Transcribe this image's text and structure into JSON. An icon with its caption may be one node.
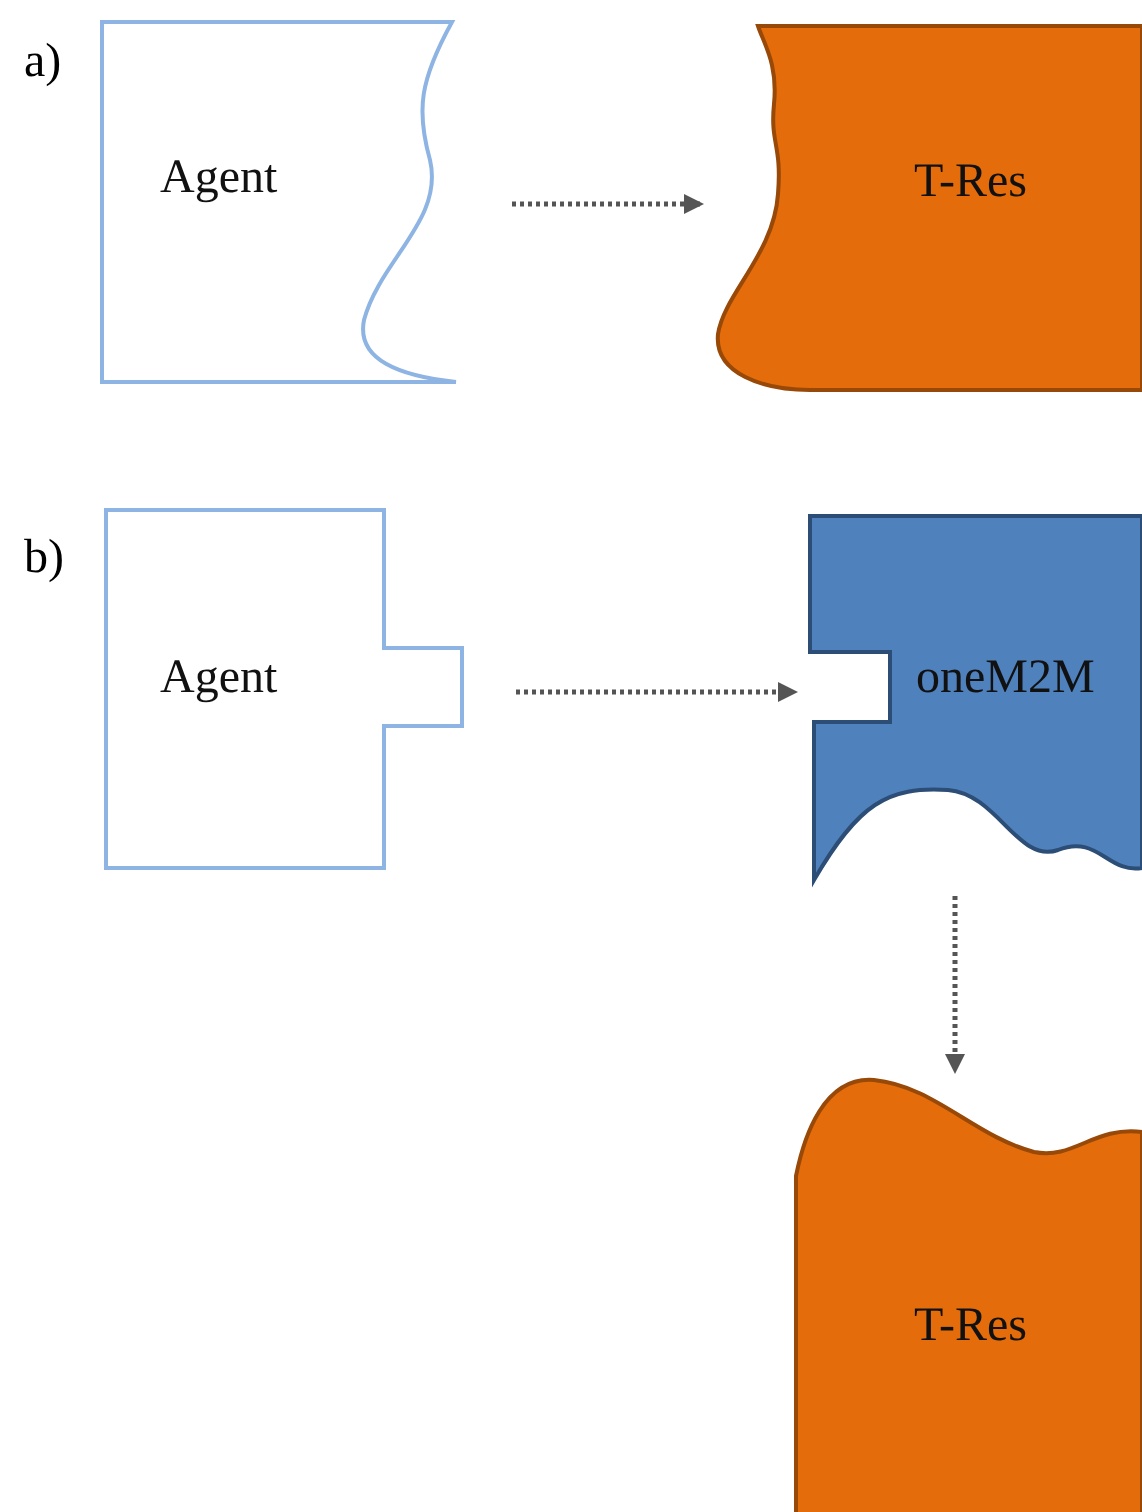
{
  "diagram": {
    "nodes": [
      {
        "text": [
          "Agent"
        ]
      },
      {
        "text": [
          "T-Res"
        ]
      },
      {
        "text": [
          "Agent"
        ]
      },
      {
        "text": [
          "oneM2M"
        ]
      },
      {
        "text": [
          "T-Res"
        ]
      }
    ],
    "edges": [
      {
        "from": 0,
        "to": 1,
        "arrow": "to",
        "style": "dashed"
      },
      {
        "from": 2,
        "to": 3,
        "arrow": "to",
        "style": "dashed"
      },
      {
        "from": 3,
        "to": 4,
        "arrow": "to",
        "style": "dashed"
      }
    ],
    "labels": [
      "a)",
      "b)"
    ]
  }
}
